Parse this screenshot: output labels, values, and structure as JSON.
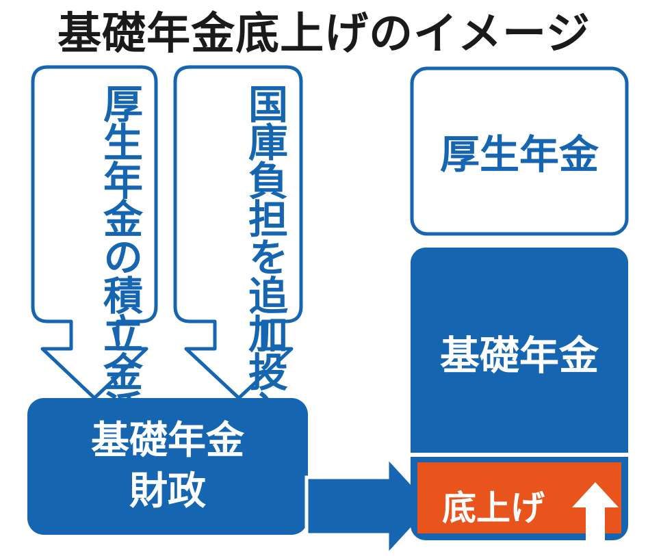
{
  "title": "基礎年金底上げのイメージ",
  "sources": [
    {
      "lines": [
        "厚生年金の",
        "積立金活用"
      ]
    },
    {
      "lines": [
        "国庫負担を",
        "追加投入"
      ]
    }
  ],
  "pension_fund": {
    "lines": [
      "基礎年金",
      "財政"
    ]
  },
  "stack": {
    "top_label": "厚生年金",
    "middle_label": "基礎年金",
    "bottom_label": "底上げ"
  },
  "colors": {
    "blue": "#1565b0",
    "orange": "#e8541c",
    "text_dark": "#1a1a1a",
    "white": "#ffffff"
  },
  "icons": {
    "down_arrows": "down-arrow-icon",
    "right_arrow": "right-arrow-icon",
    "up_arrow": "up-arrow-icon"
  }
}
